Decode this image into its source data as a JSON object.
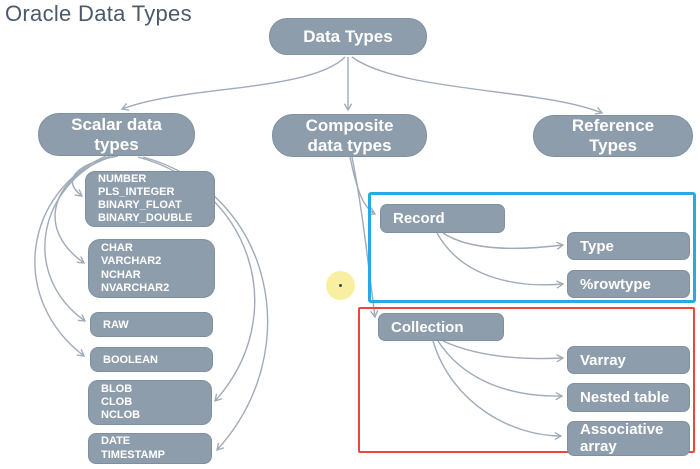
{
  "page": {
    "title": "Oracle Data Types"
  },
  "colors": {
    "node_fill": "#8e9dac",
    "node_border": "#7e909f",
    "node_text": "#ffffff",
    "arrow": "#9fabb8",
    "title_text": "#4a5a6b",
    "record_group_border": "#29a9e1",
    "collection_group_border": "#ee453c",
    "cursor_highlight": "#f8efa0"
  },
  "nodes": {
    "root": {
      "label": "Data Types"
    },
    "scalar": {
      "lines": [
        "Scalar data",
        "types"
      ]
    },
    "composite": {
      "lines": [
        "Composite",
        "data types"
      ]
    },
    "reference": {
      "lines": [
        "Reference",
        "Types"
      ]
    },
    "numeric": {
      "items": [
        "NUMBER",
        "PLS_INTEGER",
        "BINARY_FLOAT",
        "BINARY_DOUBLE"
      ]
    },
    "character": {
      "items": [
        "CHAR",
        "VARCHAR2",
        "NCHAR",
        "NVARCHAR2"
      ]
    },
    "raw": {
      "label": "RAW"
    },
    "boolean": {
      "label": "BOOLEAN"
    },
    "lob": {
      "items": [
        "BLOB",
        "CLOB",
        "NCLOB"
      ]
    },
    "datetime": {
      "items": [
        "DATE",
        "TIMESTAMP"
      ]
    },
    "record": {
      "label": "Record"
    },
    "type": {
      "label": "Type"
    },
    "rowtype": {
      "label": "%rowtype"
    },
    "collection": {
      "label": "Collection"
    },
    "varray": {
      "label": "Varray"
    },
    "nested_table": {
      "label": "Nested table"
    },
    "associative_array": {
      "lines": [
        "Associative",
        "array"
      ]
    }
  }
}
